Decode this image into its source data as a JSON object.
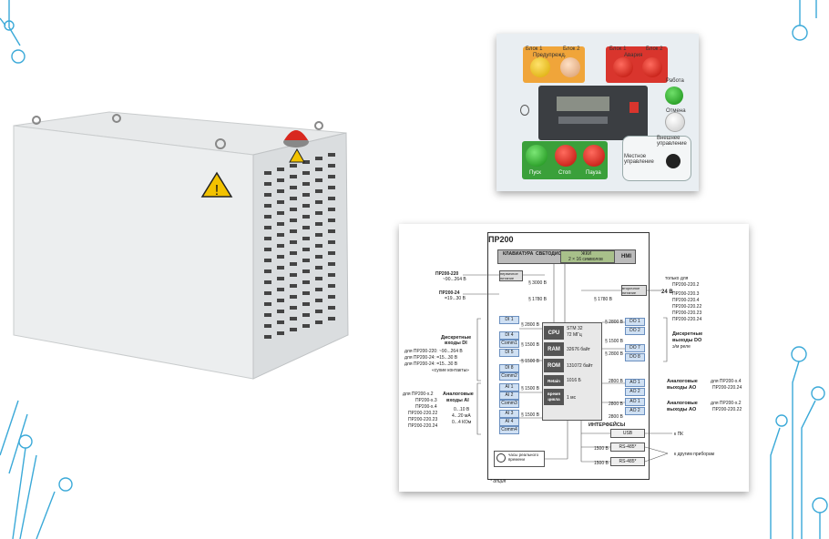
{
  "panel": {
    "group1_label": "Блок 1",
    "group1_label2": "Блок 2",
    "group1_sub": "Предупрежд.",
    "group2_label": "Блок 1",
    "group2_label2": "Блок 2",
    "group2_sub": "Авария",
    "right_top": "Работа",
    "right_mid": "Отмена",
    "external": "Внешнее управление",
    "local": "Местное управление",
    "btn_start": "Пуск",
    "btn_stop": "Стоп",
    "btn_reset": "Пауза"
  },
  "diagram": {
    "title": "ПР200",
    "hmi_keyboard": "КЛАВИАТУРА",
    "hmi_leds": "СВЕТОДИОДЫ",
    "hmi_lcd": "ЖКИ",
    "hmi_lcd_sub": "2 × 16 символов",
    "hmi": "HMI",
    "pr220": "ПР200-220",
    "pr220_range": "~90...264 В",
    "pr24": "ПР200-24",
    "pr24_range": "=19...30 В",
    "primary_power": "первичное питание",
    "secondary_power": "вторичное питание",
    "power_out": "24 В",
    "iso3000": "§ 3000 В",
    "iso1780a": "§ 1780 В",
    "iso1780b": "§ 1780 В",
    "only_for": "только для",
    "only_list": [
      "ПР200-220.2",
      "ПР200-220.3",
      "ПР200-220.4",
      "ПР200-220.22",
      "ПР200-220.23",
      "ПР200-220.24"
    ],
    "di_label": "Дискретные",
    "di_label2": "входы DI",
    "di_notes": [
      "для ПР200-220: ~90...264 В",
      "для ПР200-24: =15...30 В",
      "для ПР200-24: =15...30 В",
      "«сухие контакты»"
    ],
    "di_boxes": [
      "DI 1",
      "DI 4",
      "Comm1",
      "DI 5",
      "DI 8",
      "Comm2"
    ],
    "ai_notes": [
      "для ПР200-х.2",
      "ПР200-х.3",
      "ПР200-х.4",
      "ПР200-220.22",
      "ПР200-220.23",
      "ПР200-220.24"
    ],
    "ai_label": "Аналоговые",
    "ai_label2": "входы AI",
    "ai_ranges": [
      "0...10 В",
      "4...20 мА",
      "0...4 КОм"
    ],
    "ai_boxes": [
      "AI 1",
      "AI 2",
      "Comm3",
      "AI 3",
      "AI 4",
      "Comm4"
    ],
    "iso2800": "§ 2800 В",
    "iso1500": "§ 1500 В",
    "cpu": "CPU",
    "cpu_val": "STM 32",
    "cpu_val2": "72 МГц",
    "ram": "RAM",
    "ram_val": "32676 байт",
    "rom": "ROM",
    "rom_val": "131072 байт",
    "retain": "Retain",
    "retain_val": "1016 Б",
    "cycle": "время цикла",
    "cycle_val": "1 мс",
    "do_boxes": [
      "DO 1",
      "DO 2",
      "DO 7",
      "DO 8"
    ],
    "do_label": "Дискретные",
    "do_label2": "выходы DO",
    "do_sub": "э/м реле",
    "ao_boxes": [
      "AO 1",
      "AO 2",
      "AO 1",
      "AO 2"
    ],
    "ao_label": "Аналоговые",
    "ao_label2": "выходы AO",
    "ao_note1": "для ПР200-х.4",
    "ao_note1b": "ПР200-220.24",
    "ao_note2": "для ПР200-х.2",
    "ao_note2b": "ПР200-220.22",
    "interfaces": "ИНТЕРФЕЙСЫ",
    "usb": "USB",
    "rs1": "RS-485*",
    "rs2": "RS-485*",
    "to_pc": "к ПК",
    "to_devices": "к другим приборам",
    "rtc": "часы реального времени",
    "footnote": "* опция",
    "iso_b": "2800 В",
    "iso_c": "1500 В"
  }
}
